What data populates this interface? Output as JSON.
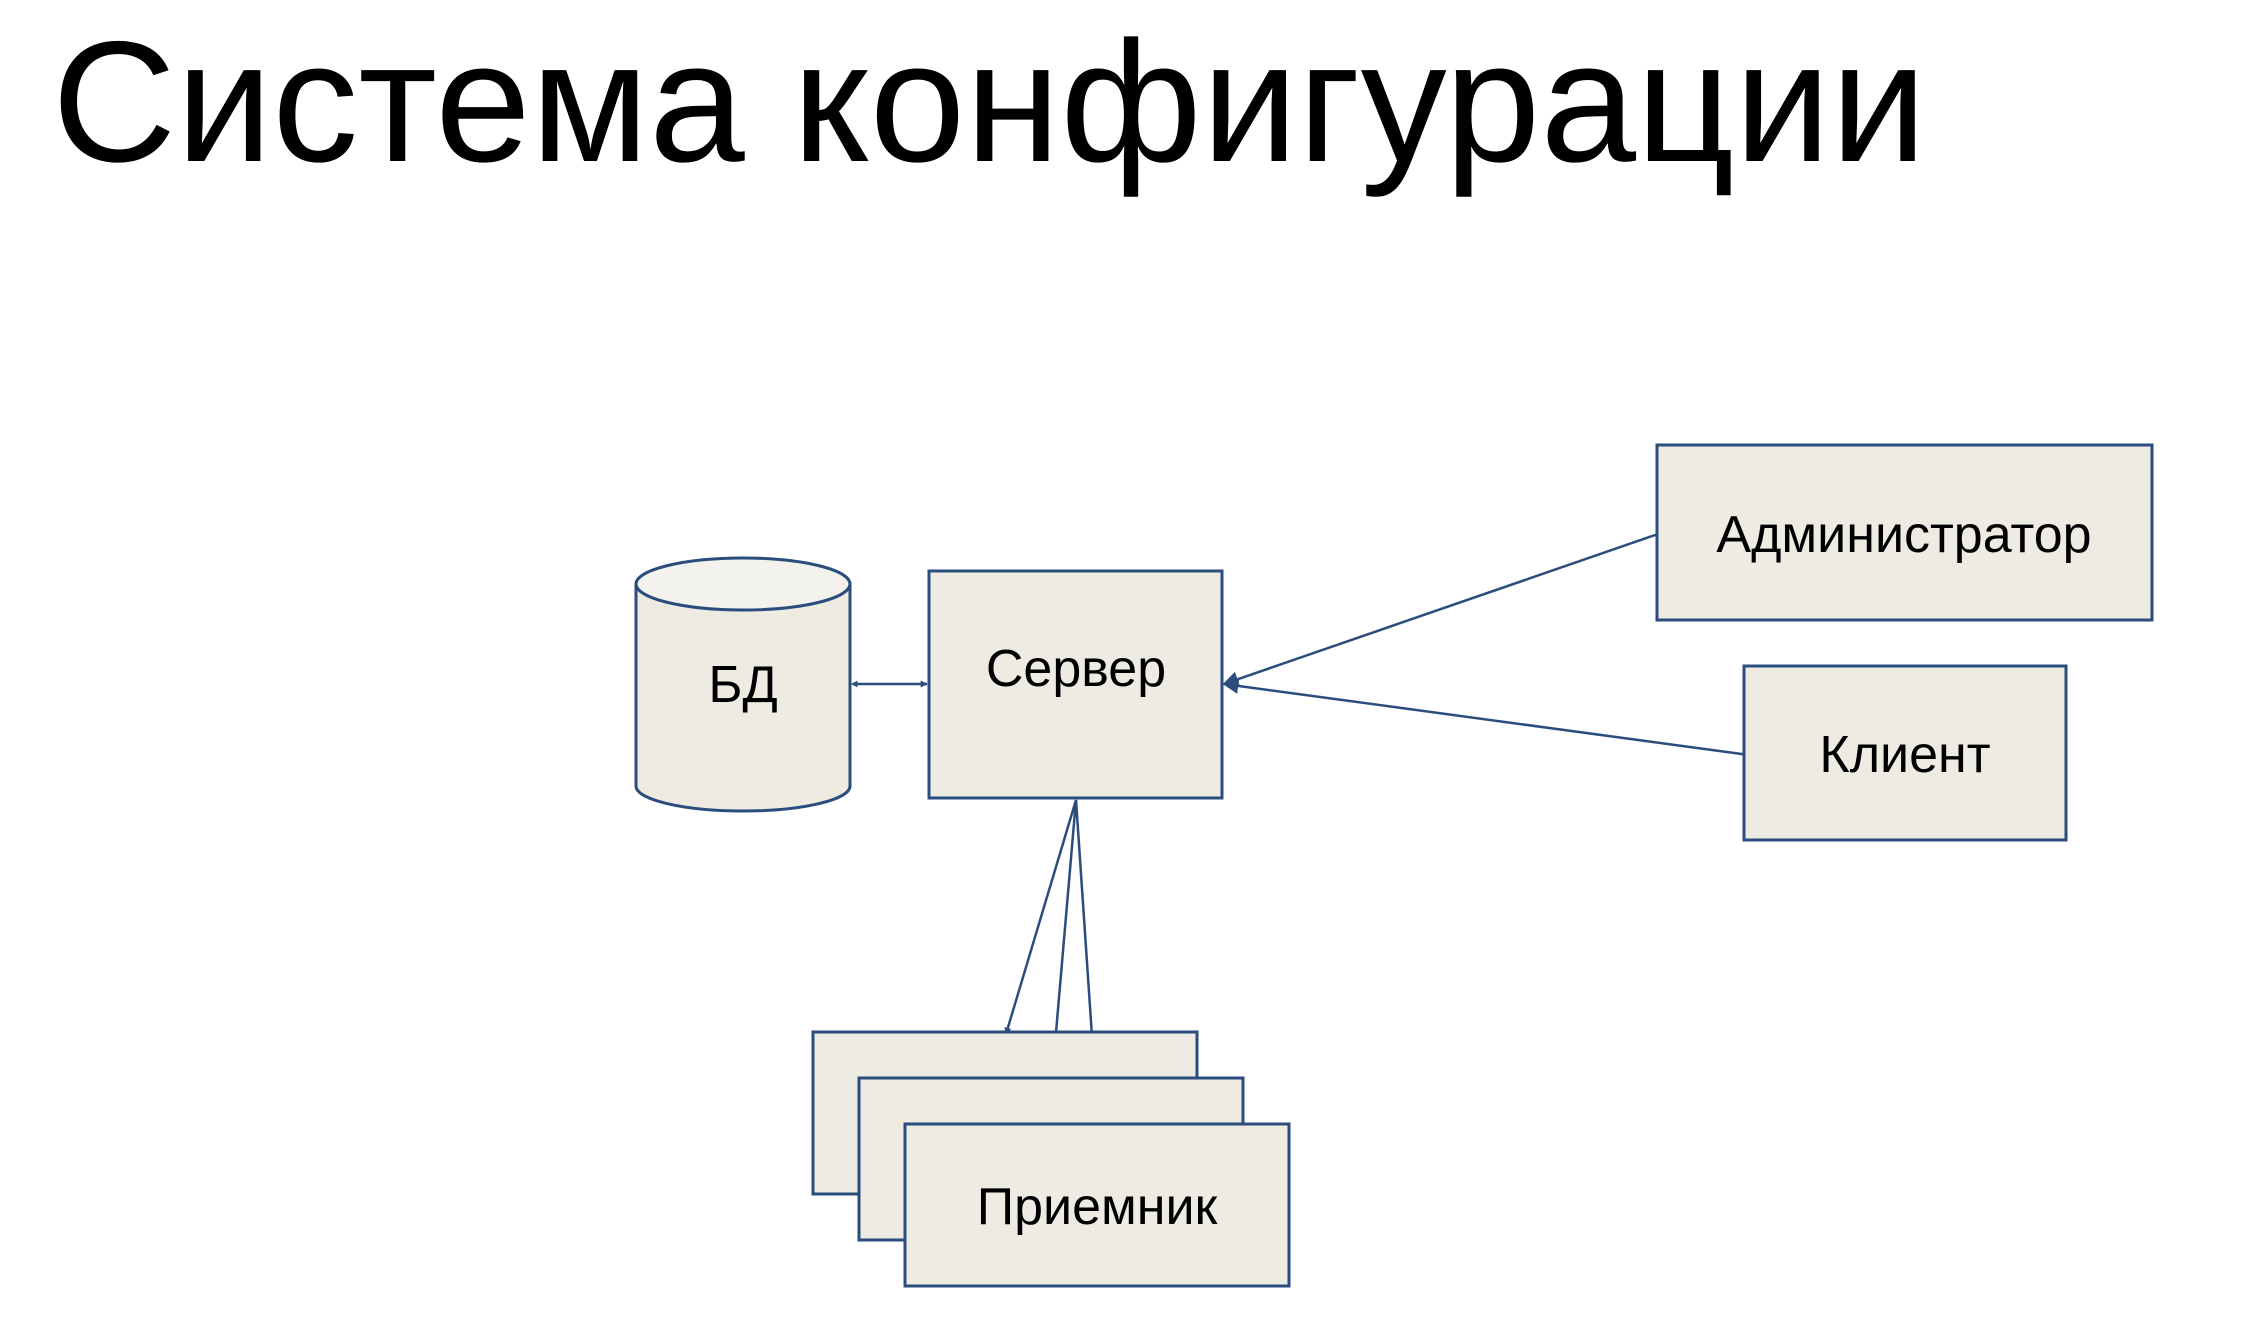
{
  "slide": {
    "title": "Система конфигурации"
  },
  "colors": {
    "node_fill": "#edebe2",
    "node_stroke": "#2b4d7e",
    "db_top_fill": "#f3f2ec",
    "edge": "#2b4d7e"
  },
  "nodes": {
    "database": {
      "label": "БД"
    },
    "server": {
      "label": "Сервер"
    },
    "admin": {
      "label": "Администратор"
    },
    "client": {
      "label": "Клиент"
    },
    "receiver": {
      "label": "Приемник"
    }
  },
  "edges": [
    {
      "from": "database",
      "to": "server",
      "direction": "both"
    },
    {
      "from": "admin",
      "to": "server",
      "direction": "forward"
    },
    {
      "from": "client",
      "to": "server",
      "direction": "forward"
    },
    {
      "from": "server",
      "to": "receiver",
      "direction": "forward"
    },
    {
      "from": "server",
      "to": "receiver",
      "direction": "forward"
    },
    {
      "from": "server",
      "to": "receiver",
      "direction": "forward"
    }
  ]
}
